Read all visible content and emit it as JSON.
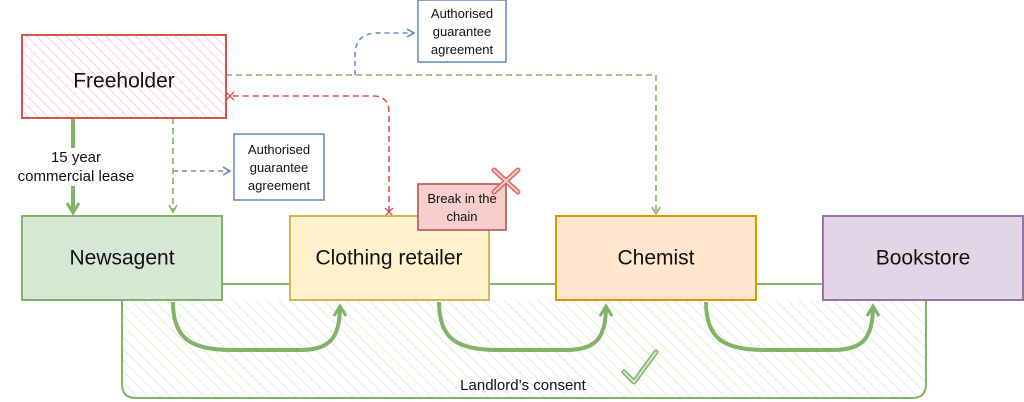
{
  "nodes": {
    "freeholder": "Freeholder",
    "newsagent": "Newsagent",
    "clothing_retailer": "Clothing retailer",
    "chemist": "Chemist",
    "bookstore": "Bookstore"
  },
  "labels": {
    "lease_line1": "15 year",
    "lease_line2": "commercial lease",
    "aga_top": [
      "Authorised",
      "guarantee",
      "agreement"
    ],
    "aga_mid": [
      "Authorised",
      "guarantee",
      "agreement"
    ],
    "break_line1": "Break in the",
    "break_line2": "chain",
    "consent": "Landlord’s consent"
  },
  "colors": {
    "freeholder": "#d9534f",
    "newsagent": "#82b366",
    "clothing": "#d6b656",
    "chemist": "#d79b00",
    "bookstore": "#9673a6",
    "guarantee": "#6c8ebf",
    "consent": "#82b366",
    "break": "#b85450"
  },
  "icons": {
    "break_marker": "cross-icon",
    "consent_marker": "checkmark-icon"
  }
}
